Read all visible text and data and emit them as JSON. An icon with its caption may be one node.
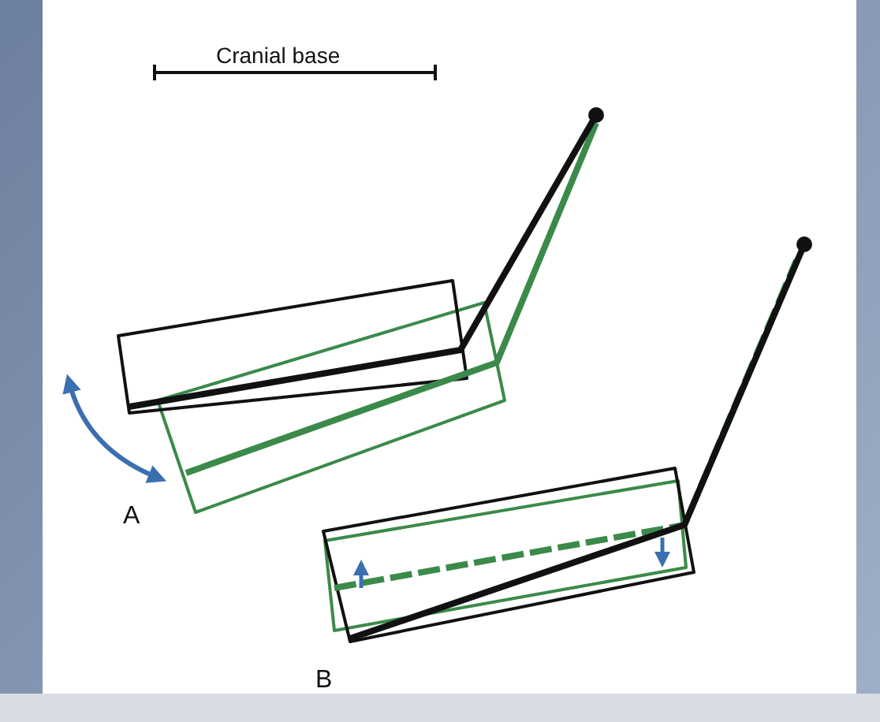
{
  "diagram": {
    "labels": [
      "Cranial base",
      "A",
      "B"
    ]
  }
}
